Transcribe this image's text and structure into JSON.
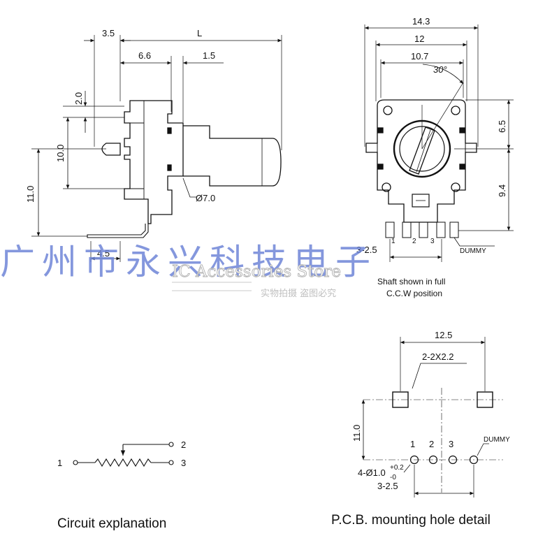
{
  "side_view": {
    "dim_3_5": "3.5",
    "dim_L": "L",
    "dim_6_6": "6.6",
    "dim_1_5": "1.5",
    "dim_2_0": "2.0",
    "dim_10_0": "10.0",
    "dim_11_0": "11.0",
    "dim_dia7": "Ø7.0",
    "dim_4_5": "4.5"
  },
  "front_view": {
    "dim_14_3": "14.3",
    "dim_12": "12",
    "dim_10_7": "10.7",
    "dim_30": "30°",
    "dim_6_5": "6.5",
    "dim_9_4": "9.4",
    "pin_1": "1",
    "pin_2": "2",
    "pin_3": "3",
    "dummy": "DUMMY",
    "pitch": "3-2.5",
    "caption_line1": "Shaft shown in full",
    "caption_line2": "C.C.W position"
  },
  "circuit": {
    "pin_1": "1",
    "pin_2": "2",
    "pin_3": "3",
    "title": "Circuit explanation"
  },
  "pcb": {
    "dim_12_5": "12.5",
    "dim_pads": "2-2X2.2",
    "dim_11_0": "11.0",
    "pin_1": "1",
    "pin_2": "2",
    "pin_3": "3",
    "dummy": "DUMMY",
    "holes": "4-Ø1.0",
    "tol_plus": "+0.2",
    "tol_minus": "-0",
    "pitch": "3-2.5",
    "title": "P.C.B.  mounting hole detail"
  },
  "watermark": {
    "chinese": "广州市永兴科技电子",
    "english": "IC Accessories Store",
    "sub": "实物拍摄 盗图必究"
  }
}
